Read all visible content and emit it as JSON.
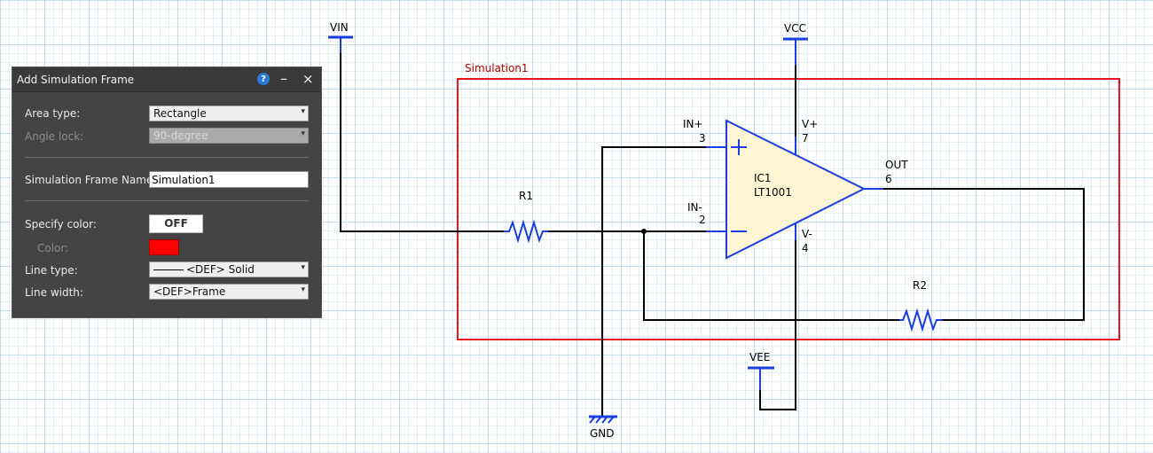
{
  "dialog": {
    "title": "Add Simulation Frame",
    "help_icon": "?",
    "minimize_icon": "–",
    "close_icon": "×",
    "area_type_label": "Area type:",
    "area_type_value": "Rectangle",
    "angle_lock_label": "Angle lock:",
    "angle_lock_value": "90-degree",
    "frame_name_label": "Simulation Frame Name:",
    "frame_name_value": "Simulation1",
    "specify_color_label": "Specify color:",
    "specify_color_toggle": "OFF",
    "color_label": "Color:",
    "color_value": "#ff0000",
    "line_type_label": "Line type:",
    "line_type_value": "<DEF> Solid",
    "line_width_label": "Line width:",
    "line_width_value": "<DEF>Frame"
  },
  "schematic": {
    "frame_label": "Simulation1",
    "vin": "VIN",
    "vcc": "VCC",
    "vee": "VEE",
    "gnd": "GND",
    "r1": "R1",
    "r2": "R2",
    "ic_ref": "IC1",
    "ic_part": "LT1001",
    "pin_in_plus": "IN+",
    "pin_in_plus_num": "3",
    "pin_in_minus": "IN-",
    "pin_in_minus_num": "2",
    "pin_vplus": "V+",
    "pin_vplus_num": "7",
    "pin_vminus": "V-",
    "pin_vminus_num": "4",
    "pin_out": "OUT",
    "pin_out_num": "6"
  },
  "colors": {
    "frame": "#e8141e",
    "wire": "#000000",
    "power_symbol": "#1a3ee0",
    "opamp_fill": "#fdf5d4",
    "opamp_outline": "#1a3ee0",
    "dialog_bg": "#444444"
  }
}
